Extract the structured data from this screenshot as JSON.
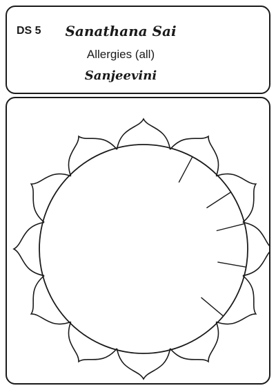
{
  "header": {
    "code": "DS 5",
    "name": "Sanathana Sai",
    "complaint": "Allergies (all)",
    "remedy": "Sanjeevini"
  },
  "chart": {
    "petal_count": 12,
    "tick_marks": 5,
    "stroke_color": "#1a1a1a"
  }
}
